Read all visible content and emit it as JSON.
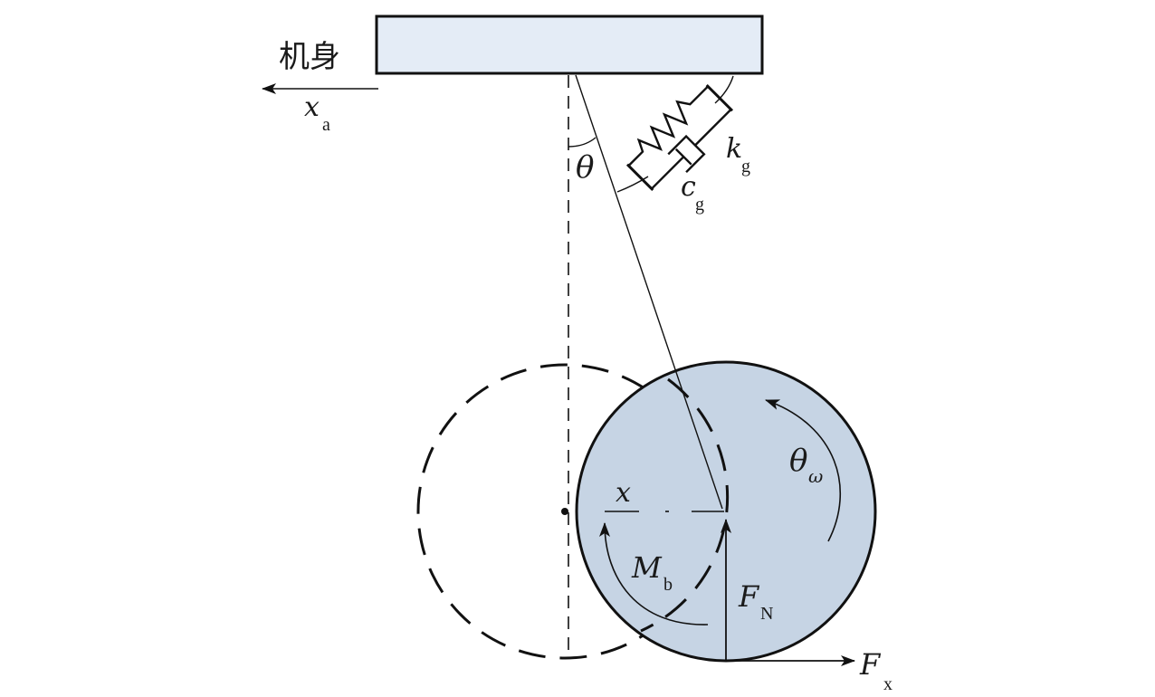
{
  "labels": {
    "body": "机身",
    "xa_main": "x",
    "xa_sub": "a",
    "theta": "θ",
    "kg_main": "k",
    "kg_sub": "g",
    "cg_main": "c",
    "cg_sub": "g",
    "theta_omega_main": "θ",
    "theta_omega_sub": "ω",
    "x": "x",
    "mb_main": "M",
    "mb_sub": "b",
    "fn_main": "F",
    "fn_sub": "N",
    "fx_main": "F",
    "fx_sub": "x"
  },
  "colors": {
    "body_fill": "#e4ecf6",
    "wheel_fill": "#c6d4e4",
    "stroke": "#111111"
  }
}
